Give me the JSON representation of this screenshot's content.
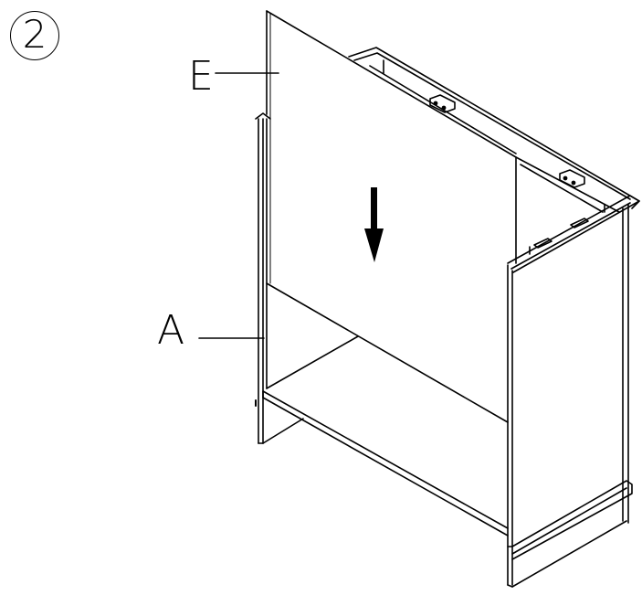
{
  "diagram": {
    "type": "assembly-instruction",
    "step_number": "2",
    "labels": {
      "panel_E": "E",
      "side_panel_A": "A"
    },
    "arrow": {
      "direction": "down",
      "meaning": "insert panel E downward"
    },
    "colors": {
      "line": "#000000",
      "background": "#ffffff"
    }
  }
}
